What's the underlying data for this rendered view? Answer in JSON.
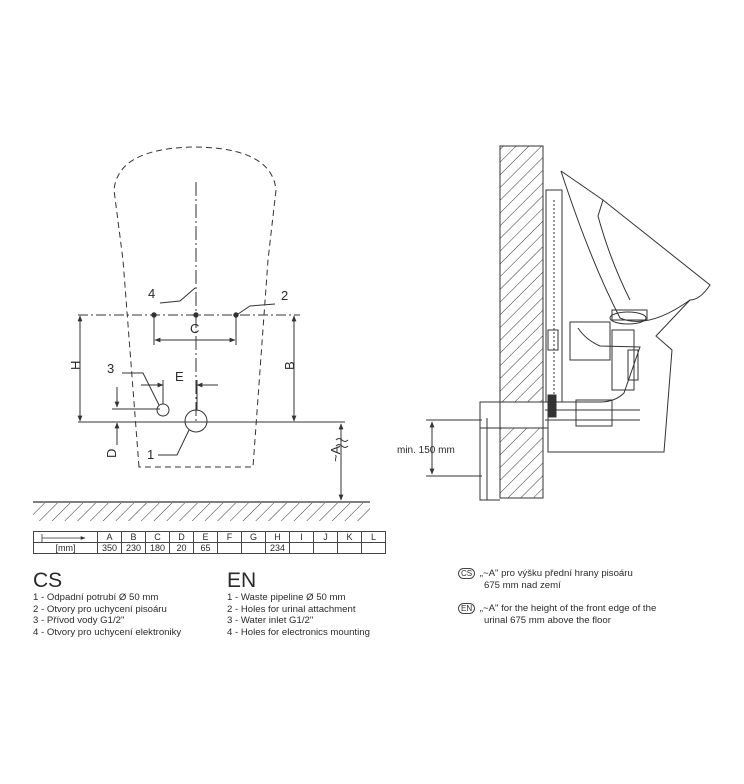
{
  "front_view": {
    "label_H": "H",
    "label_B": "B",
    "label_C": "C",
    "label_D": "D",
    "label_E": "E",
    "label_A": "~A",
    "callout_1": "1",
    "callout_2": "2",
    "callout_3": "3",
    "callout_4": "4"
  },
  "side_view": {
    "dimension_label": "min. 150 mm"
  },
  "dimension_table": {
    "header": [
      "",
      "A",
      "B",
      "C",
      "D",
      "E",
      "F",
      "G",
      "H",
      "I",
      "J",
      "K",
      "L"
    ],
    "values": [
      "[mm]",
      "350",
      "230",
      "180",
      "20",
      "65",
      "",
      "",
      "234",
      "",
      "",
      "",
      ""
    ]
  },
  "legend_cs": {
    "title": "CS",
    "items": [
      "1 - Odpadní potrubí Ø 50 mm",
      "2 - Otvory pro uchycení pisoáru",
      "3 - Přívod vody G1/2\"",
      "4 - Otvory pro uchycení elektroniky"
    ]
  },
  "legend_en": {
    "title": "EN",
    "items": [
      "1 - Waste pipeline Ø 50 mm",
      "2 - Holes for urinal attachment",
      "3 - Water inlet G1/2\"",
      "4 - Holes for electronics mounting"
    ]
  },
  "notes": {
    "cs_badge": "CS",
    "cs_line1": "„~A\" pro výšku přední hrany pisoáru",
    "cs_line2": "675 mm nad zemí",
    "en_badge": "EN",
    "en_line1": "„~A\" for the height of the front edge of the",
    "en_line2": "urinal 675 mm above the floor"
  }
}
